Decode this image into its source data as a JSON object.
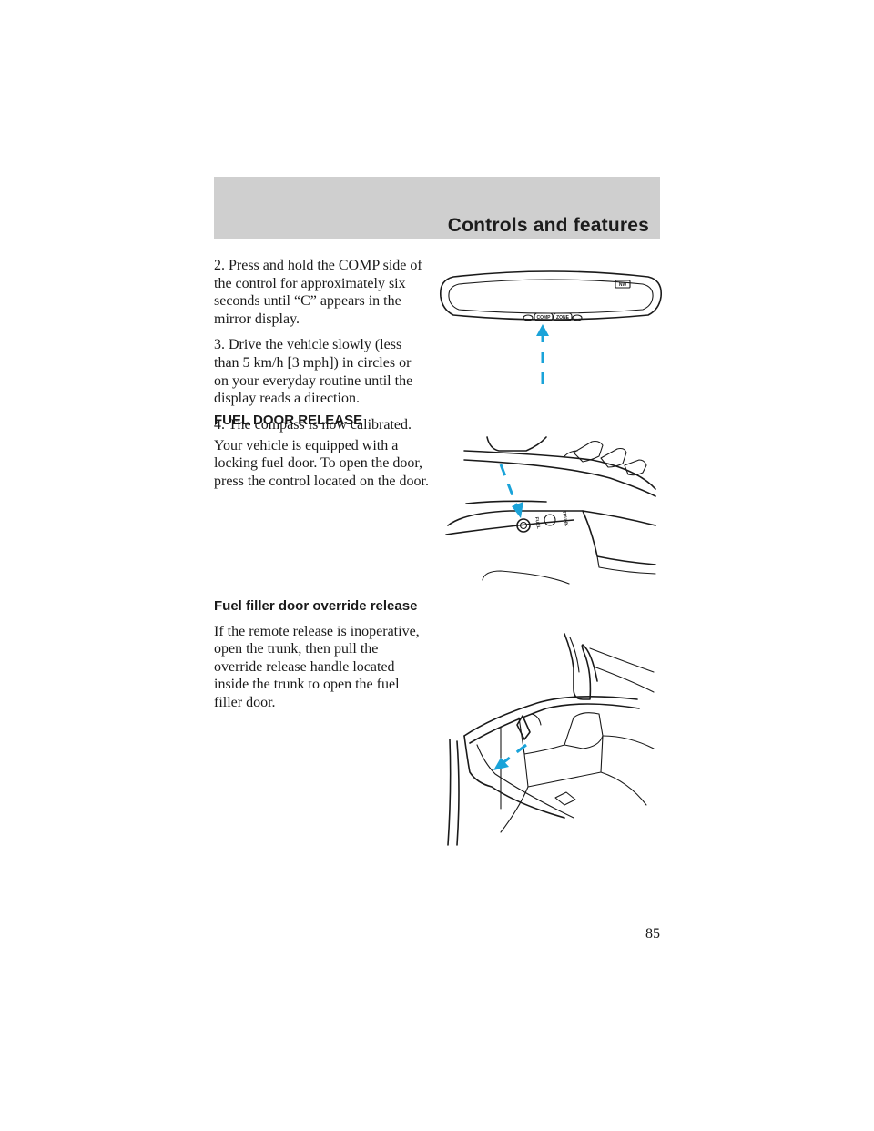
{
  "header": {
    "title": "Controls and features"
  },
  "compass": {
    "step2": "2. Press and hold the COMP side of the control for approximately six seconds until “C” appears in the mirror display.",
    "step3": "3. Drive the vehicle slowly (less than 5 km/h [3 mph]) in circles or on your everyday routine until the display reads a direction.",
    "step4": "4. The compass is now calibrated."
  },
  "fuel_door": {
    "heading": "FUEL DOOR RELEASE",
    "body": "Your vehicle is equipped with a locking fuel door. To open the door, press the control located on the door."
  },
  "override": {
    "heading": "Fuel filler door override release",
    "body": "If the remote release is inoperative, open the trunk, then pull the override release handle located inside the trunk to open the fuel filler door."
  },
  "illustrations": {
    "mirror_display": "NW",
    "mirror_button_left": "COMP",
    "mirror_button_right": "ZONE",
    "door_label_fuel": "FUEL",
    "door_label_trunk": "TRUNK"
  },
  "colors": {
    "header_band": "#cfcfcf",
    "arrow": "#1aa3d9"
  },
  "page": {
    "number": "85"
  }
}
